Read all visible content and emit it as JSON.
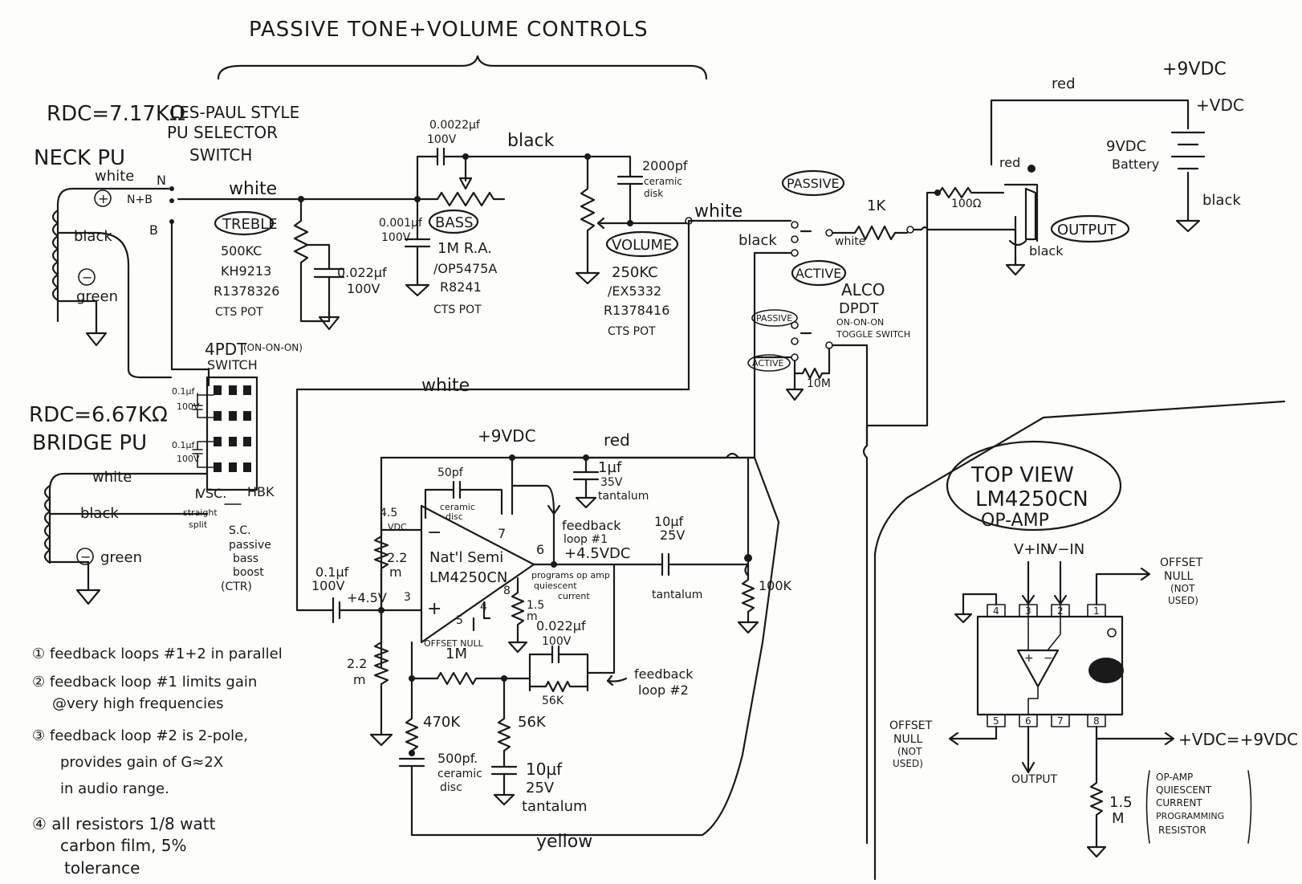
{
  "title": "PASSIVE TONE+VOLUME CONTROLS",
  "neck": {
    "rdc": "RDC=7.17KΩ",
    "name": "NECK PU",
    "white": "white",
    "black": "black",
    "green": "green",
    "plus": "+",
    "minus": "−"
  },
  "bridge": {
    "rdc": "RDC=6.67KΩ",
    "name": "BRIDGE PU",
    "white": "white",
    "black": "black",
    "green": "green",
    "minus": "−"
  },
  "selector": {
    "line1": "LES-PAUL STYLE",
    "line2": "PU SELECTOR",
    "line3": "SWITCH",
    "n": "N",
    "nb": "N+B",
    "b": "B",
    "white": "white"
  },
  "treble": {
    "label": "TREBLE",
    "spec1": "500KC",
    "spec2": "KH9213",
    "spec3": "R1378326",
    "spec4": "CTS POT",
    "cap1": "0.022µf",
    "cap2": "100V"
  },
  "bass": {
    "label": "BASS",
    "capTop1": "0.0022µf",
    "capTop2": "100V",
    "capLeft1": "0.001µf",
    "capLeft2": "100V",
    "spec1": "1M R.A.",
    "spec2": "/OP5475A",
    "spec3": "R8241",
    "spec4": "CTS POT",
    "black": "black"
  },
  "volume": {
    "label": "VOLUME",
    "cap1": "2000pf",
    "cap2": "ceramic",
    "cap3": "disk",
    "spec1": "250KC",
    "spec2": "/EX5332",
    "spec3": "R1378416",
    "spec4": "CTS POT",
    "white": "white"
  },
  "fourpdt": {
    "line1": "4PDT",
    "line2": "(ON-ON-ON)",
    "line3": "SWITCH",
    "cap1a": "0.1µf",
    "cap1b": "100V",
    "cap2a": "0.1µf",
    "cap2b": "100V",
    "vsc": "VSC.",
    "hbk": "HBK",
    "straight": "straight",
    "split": "split",
    "note1": "S.C.",
    "note2": "passive",
    "note3": "bass",
    "note4": "boost",
    "note5": "(CTR)"
  },
  "outputSection": {
    "passive": "PASSIVE",
    "active": "ACTIVE",
    "black": "black",
    "white": "white",
    "r1k": "1K",
    "r100": "100Ω",
    "red": "red",
    "redTop": "red",
    "output": "OUTPUT",
    "blackJack": "black",
    "v9": "+9VDC",
    "vdc": "+VDC",
    "battery1": "9VDC",
    "battery2": "Battery",
    "blackBat": "black"
  },
  "alco": {
    "line1": "ALCO",
    "line2": "DPDT",
    "line3": "ON-ON-ON",
    "line4": "TOGGLE SWITCH",
    "passive": "PASSIVE",
    "active": "ACTIVE",
    "r10m": "10M"
  },
  "amp": {
    "whiteLoop": "white",
    "v9": "+9VDC",
    "red": "red",
    "cap1uf": "1µf",
    "cap1uf2": "35V",
    "cap1uf3": "tantalum",
    "cap50": "50pf",
    "cap50b": "ceramic",
    "cap50c": "disc",
    "pin7": "7",
    "pin6": "6",
    "pin8": "8",
    "pin5": "5",
    "pin4": "4",
    "pin3": "3",
    "chip1": "Nat'l Semi",
    "chip2": "LM4250CN",
    "plus": "+",
    "minus": "−",
    "r45": "4.5",
    "vdcA": "VDC",
    "r22top": "2.2",
    "r22topm": "m",
    "capIn1": "0.1µf",
    "capIn2": "100V",
    "bias": "+4.5V",
    "r22bot": "2.2",
    "r22botm": "m",
    "offset": "OFFSET NULL",
    "r15": "1.5",
    "r15m": "m",
    "prog1": "programs op amp",
    "prog2": "quiescent",
    "prog3": "current",
    "fb1a": "feedback",
    "fb1b": "loop #1",
    "fb1c": "+4.5VDC",
    "cap10a": "10µf",
    "cap10b": "25V",
    "cap10c": "tantalum",
    "r100k": "100K",
    "r1m": "1M",
    "cap022": "0.022µf",
    "cap022b": "100V",
    "r56kTop": "56K",
    "fb2a": "feedback",
    "fb2b": "loop #2",
    "r470k": "470K",
    "r56k": "56K",
    "cap500a": "500pf.",
    "cap500b": "ceramic",
    "cap500c": "disc",
    "cap10ua": "10µf",
    "cap10ub": "25V",
    "cap10uc": "tantalum",
    "yellow": "yellow"
  },
  "notes": [
    "① feedback loops #1+2 in parallel",
    "② feedback loop #1 limits gain",
    "@very high frequencies",
    "③ feedback loop #2 is 2-pole,",
    "provides gain of G≈2X",
    "in audio range.",
    "④ all resistors 1/8 watt",
    "carbon film, 5%",
    "tolerance"
  ],
  "topView": {
    "title1": "TOP VIEW",
    "title2": "LM4250CN",
    "title3": "OP-AMP",
    "vinp": "V+IN",
    "vinn": "V−IN",
    "offsetTop1": "OFFSET",
    "offsetTop2": "NULL",
    "offsetTop3": "(NOT",
    "offsetTop4": "USED)",
    "offsetBot1": "OFFSET",
    "offsetBot2": "NULL",
    "offsetBot3": "(NOT",
    "offsetBot4": "USED)",
    "output": "OUTPUT",
    "vdc": "+VDC=+9VDC",
    "r15": "1.5",
    "r15m": "M",
    "prog1": "OP-AMP",
    "prog2": "QUIESCENT",
    "prog3": "CURRENT",
    "prog4": "PROGRAMMING",
    "prog5": "RESISTOR",
    "pins": [
      "4",
      "3",
      "2",
      "1",
      "5",
      "6",
      "7",
      "8"
    ],
    "plus": "+",
    "minus": "−"
  }
}
